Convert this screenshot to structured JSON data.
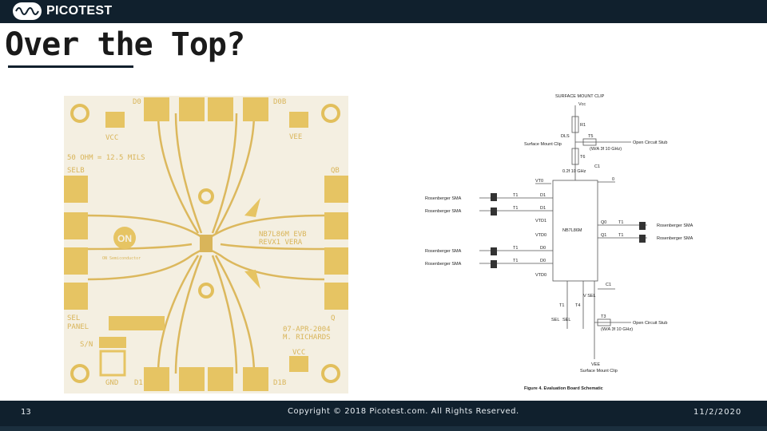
{
  "header": {
    "brand": "PICOTEST",
    "logo_icon": "picotest-waveform-logo-icon"
  },
  "slide": {
    "title": "Over the Top?"
  },
  "board": {
    "labels": {
      "d0": "D0",
      "d0b": "D0B",
      "vcc_top": "VCC",
      "vee": "VEE",
      "ohm": "50 OHM = 12.5 MILS",
      "selb": "SELB",
      "qb": "QB",
      "part": "NB7L86M EVB",
      "rev": "REVX1 VERA",
      "on_brand": "ON Semiconductor",
      "on_logo": "ON",
      "sel": "SEL",
      "panel": "PANEL",
      "sn": "S/N",
      "q": "Q",
      "date": "07-APR-2004",
      "author": "M. RICHARDS",
      "vcc_bottom": "VCC",
      "gnd": "GND",
      "d1": "D1",
      "d1b": "D1B"
    },
    "colors": {
      "substrate": "#f4efe1",
      "gold": "#e6c463",
      "silk": "#d9b55a"
    }
  },
  "schematic": {
    "labels": {
      "header": "SURFACE MOUNT CLIP",
      "vcc": "Vcc",
      "r1": "R1",
      "dls": "DLS",
      "smclip": "Surface Mount Clip",
      "t5": "T5",
      "open_stub": "Open Circuit Stub",
      "t5_sub": "(W/A 3f 10 GHz)",
      "t6": "T6",
      "uf": "0.2f 10 GHz",
      "c1": "C1",
      "c": "0",
      "vt0": "VT0",
      "d1": "D1",
      "d1b": "D1",
      "sma": "Rosenberger SMA",
      "t1": "T1",
      "chip": "NB7L86M",
      "vtd1": "VTD1",
      "vtd0": "VTD0",
      "d0": "D0",
      "d0b": "D0",
      "q0": "Q0",
      "q1": "Q1",
      "vtd0b": "VTD0",
      "sel": "SEL",
      "selb": "SEL",
      "vsel": "V SEL",
      "t4": "T4",
      "t3": "T3",
      "open_stub2": "Open Circuit Stub",
      "t3_sub": "(W/A 3f 10 GHz)",
      "vee": "VEE",
      "vee_clip": "Surface Mount Clip",
      "caption": "Figure 4. Evaluation Board Schematic"
    }
  },
  "footer": {
    "slide_number": "13",
    "copyright": "Copyright © 2018 Picotest.com. All Rights Reserved.",
    "date": "11/2/2020"
  }
}
